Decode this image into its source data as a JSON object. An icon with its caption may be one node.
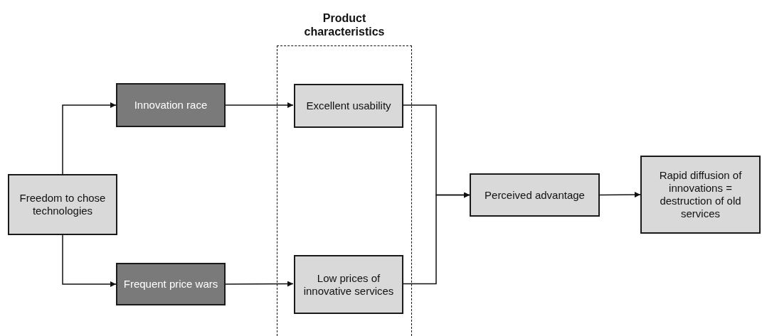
{
  "diagram": {
    "nodes": [
      {
        "text": [
          "Product characteristics"
        ]
      },
      {
        "text": [
          "Freedom to chose technologies"
        ]
      },
      {
        "text": [
          "Innovation race"
        ]
      },
      {
        "text": [
          "Excellent usability"
        ],
        "in": 0
      },
      {
        "text": [
          "Frequent price wars"
        ]
      },
      {
        "text": [
          "Low prices of innovative services"
        ],
        "in": 0
      },
      {
        "text": [
          "Perceived advantage"
        ]
      },
      {
        "text": [
          "Rapid diffusion of innovations = destruction of old services"
        ]
      }
    ],
    "edges": [
      {
        "from": 1,
        "to": 2,
        "arrow": "to"
      },
      {
        "from": 1,
        "to": 4,
        "arrow": "to"
      },
      {
        "from": 2,
        "to": 3,
        "arrow": "to"
      },
      {
        "from": 4,
        "to": 5,
        "arrow": "to"
      },
      {
        "from": 3,
        "to": 6,
        "arrow": "to"
      },
      {
        "from": 5,
        "to": 6,
        "arrow": "to"
      },
      {
        "from": 6,
        "to": 7,
        "arrow": "to"
      }
    ]
  }
}
